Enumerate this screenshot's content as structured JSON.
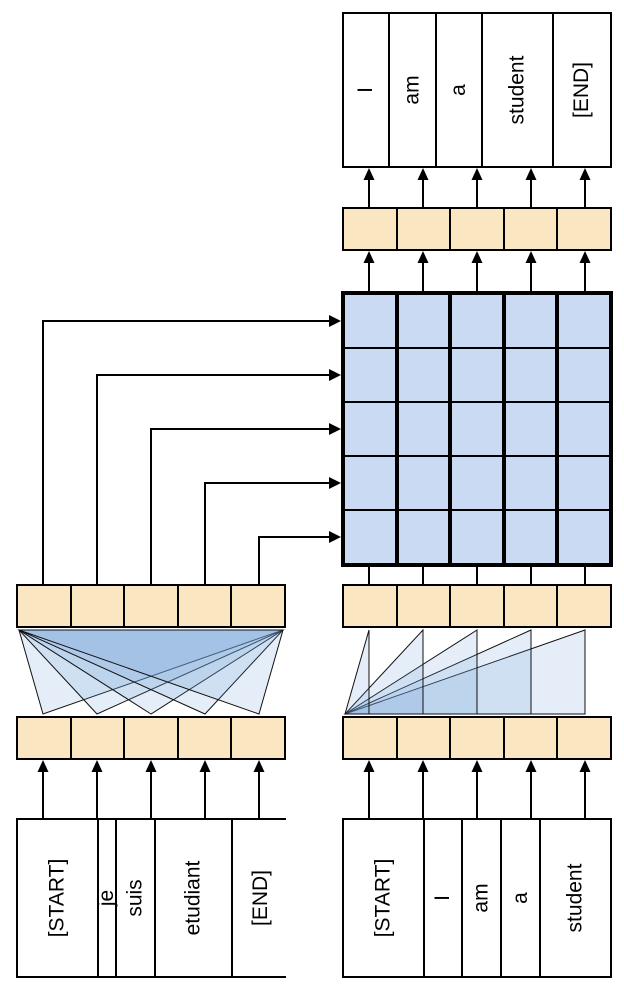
{
  "encoder": {
    "input_tokens": [
      "[START]",
      "je",
      "suis",
      "etudiant",
      "[END]"
    ]
  },
  "decoder": {
    "input_tokens": [
      "[START]",
      "I",
      "am",
      "a",
      "student"
    ],
    "output_tokens": [
      "I",
      "am",
      "a",
      "student",
      "[END]"
    ]
  },
  "attention_grid": {
    "rows": 5,
    "columns": 5
  },
  "colors": {
    "embedding_cell": "#FAE7C2",
    "attention_cell": "#C9DAF2",
    "fan_fill": "#6F9FD8",
    "line": "#000000",
    "background": "#FFFFFF"
  }
}
